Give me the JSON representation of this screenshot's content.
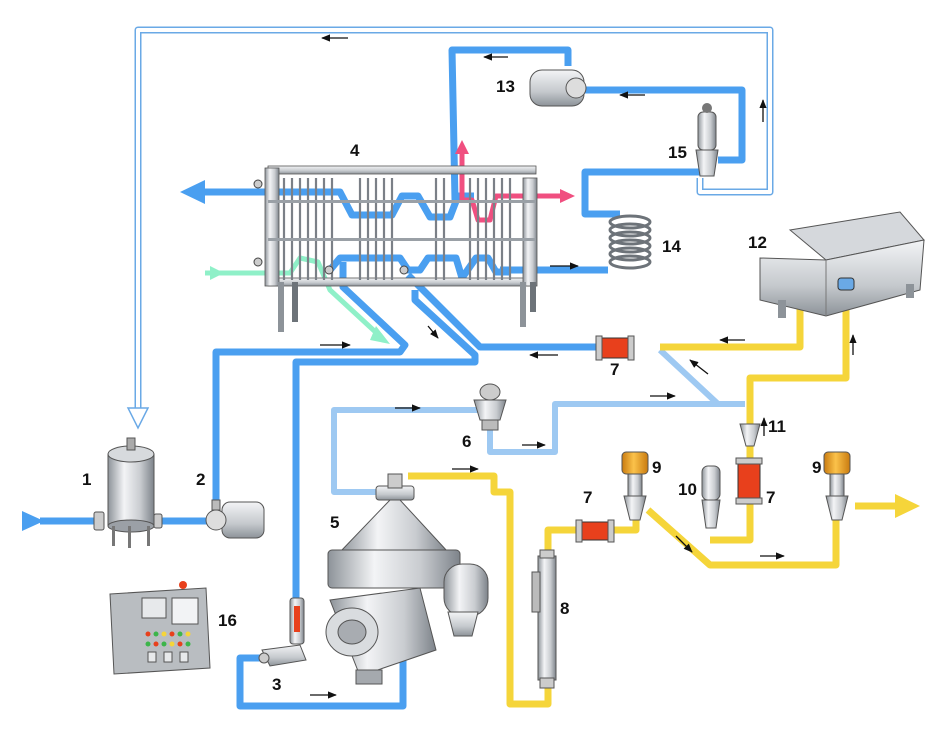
{
  "colors": {
    "hot_product": "#4a9ff0",
    "light_return": "#9ec9f2",
    "heating_water": "#f04f80",
    "cooling_media": "#8ff0c8",
    "cream": "#f5d53a",
    "steel_light": "#e4e6e9",
    "steel_dark": "#8d9399",
    "valve_actuator": "#f0a623",
    "sight_glass": "#e8401c",
    "arrow": "#111111"
  },
  "labels": {
    "tank": "1",
    "feed_pump": "2",
    "flow_control": "3",
    "plate_heat_exchanger": "4",
    "separator": "5",
    "constant_pressure_valve_skim": "6",
    "flow_meter_cream_top": "7",
    "flow_meter_cream_mid": "7",
    "flow_meter_cream_right": "7",
    "density_transmitter": "8",
    "regulating_valve_left": "9",
    "regulating_valve_right": "9",
    "shut_off_valve": "10",
    "check_valve": "11",
    "standardization_control": "12",
    "booster_pump": "13",
    "holding_tube": "14",
    "flow_diversion_valve": "15",
    "control_panel": "16"
  }
}
